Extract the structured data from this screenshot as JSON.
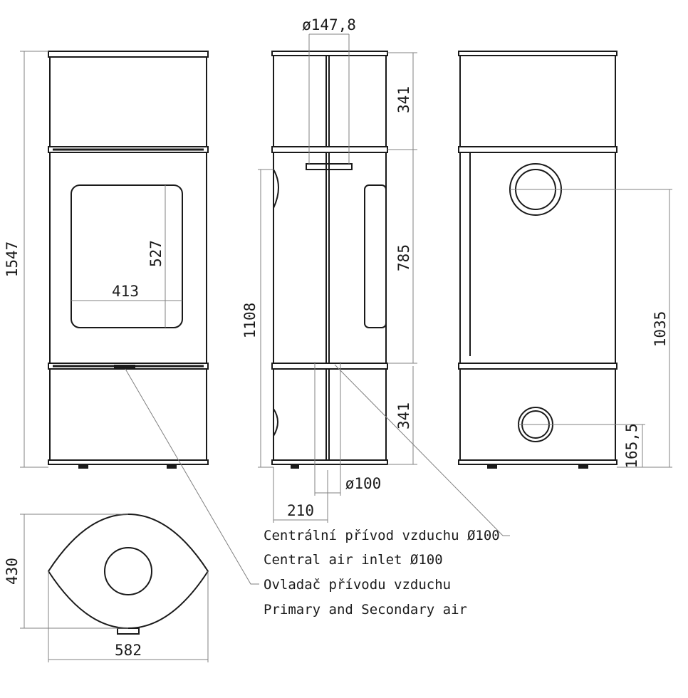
{
  "dimensions": {
    "height_total": "1547",
    "window_height": "527",
    "window_width": "413",
    "flue_diameter": "ø147,8",
    "top_section": "341",
    "door_section": "785",
    "bottom_section": "341",
    "air_height": "1108",
    "inlet_diameter": "ø100",
    "inlet_offset": "210",
    "rear_outlet_height": "1035",
    "rear_inlet_height": "165,5",
    "depth": "430",
    "width": "582"
  },
  "notes": [
    "Centrální přívod vzduchu Ø100",
    "Central air inlet Ø100",
    "Ovladač přívodu vzduchu",
    "Primary and Secondary air"
  ]
}
